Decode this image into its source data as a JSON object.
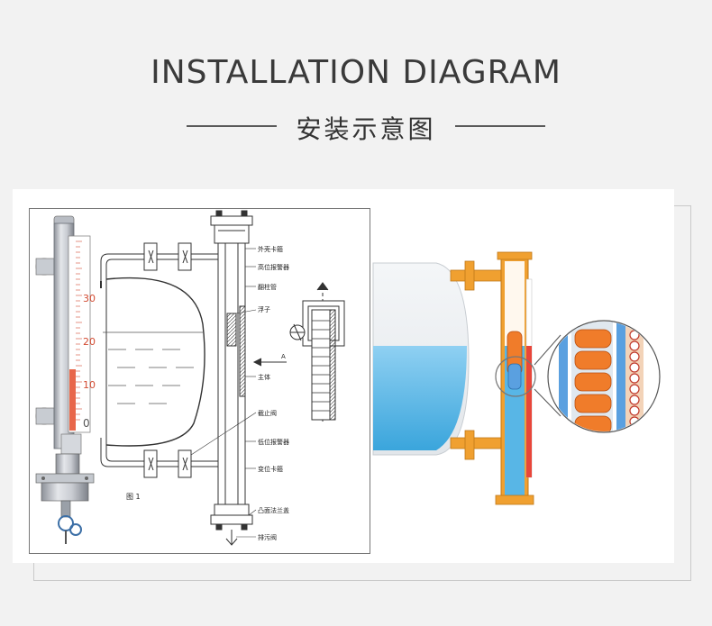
{
  "header": {
    "title": "INSTALLATION DIAGRAM",
    "subtitle": "安装示意图"
  },
  "gauge": {
    "scale_labels": [
      "30",
      "20",
      "10",
      "0"
    ]
  },
  "schematic": {
    "callouts": [
      "外壳卡箍",
      "高位报警器",
      "翻柱管",
      "浮子",
      "主体",
      "截止阀",
      "低位报警器",
      "变位卡箍",
      "凸面法兰盖",
      "排污阀"
    ],
    "figure_label": "图 1",
    "arrow_label": "A"
  },
  "colors": {
    "water": "#58b6e6",
    "flange_orange": "#f0a030",
    "column_blue": "#3f8fd6",
    "scale_red": "#e8664a"
  }
}
